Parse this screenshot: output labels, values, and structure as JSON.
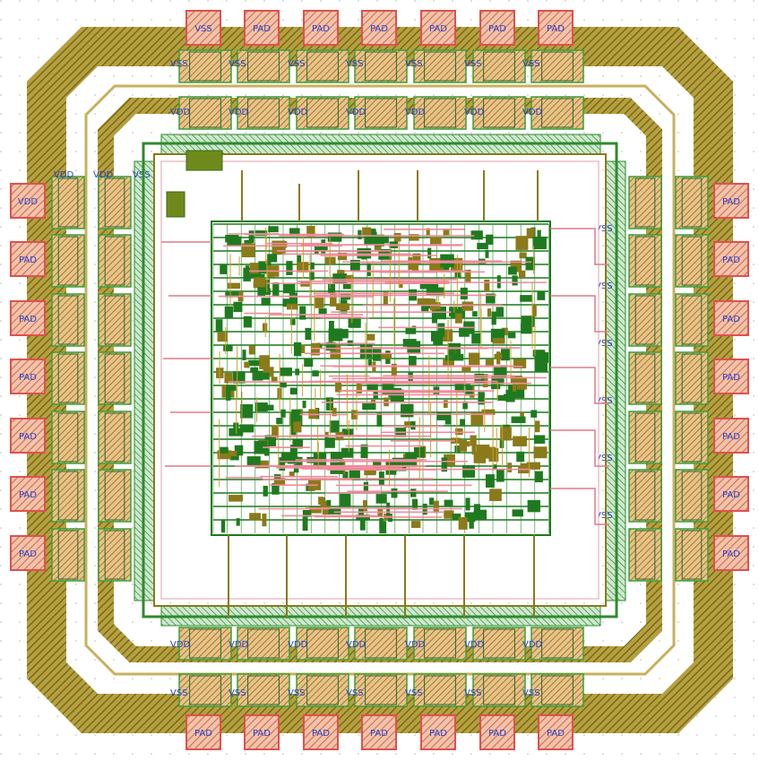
{
  "colors": {
    "background": "#ffffff",
    "grid_dot": "#b9b9b9",
    "pad_fill": "#f0b8a0",
    "pad_border": "#e05050",
    "metal_olive": "#8a7a1a",
    "metal_green": "#1a7a1a",
    "wire_pink": "#f08a9a",
    "label_blue": "#2a3fc7",
    "cell_outline": "#3aa03a"
  },
  "pads": {
    "top": [
      "VSS",
      "PAD",
      "PAD",
      "PAD",
      "PAD",
      "PAD",
      "PAD"
    ],
    "bottom": [
      "PAD",
      "PAD",
      "PAD",
      "PAD",
      "PAD",
      "PAD",
      "PAD"
    ],
    "left": [
      "VDD",
      "PAD",
      "PAD",
      "PAD",
      "PAD",
      "PAD",
      "PAD"
    ],
    "right": [
      "PAD",
      "PAD",
      "PAD",
      "PAD",
      "PAD",
      "PAD",
      "PAD"
    ]
  },
  "rail_labels": {
    "top_outer": [
      "VSS",
      "VSS",
      "VSS",
      "VSS",
      "VSS",
      "VSS",
      "VSS"
    ],
    "top_inner": [
      "VDD",
      "VDD",
      "VDD",
      "VDD",
      "VDD",
      "VDD",
      "VDD"
    ],
    "bottom_inner": [
      "VDD",
      "VDD",
      "VDD",
      "VDD",
      "VDD",
      "VDD",
      "VDD"
    ],
    "bottom_outer": [
      "VSS",
      "VSS",
      "VSS",
      "VSS",
      "VSS",
      "VSS",
      "VSS"
    ],
    "left": [
      "VDD",
      "VDD",
      "VSS"
    ],
    "right": [
      "VSS",
      "VSS",
      "VSS",
      "VSS",
      "VSS",
      "VSS"
    ]
  }
}
